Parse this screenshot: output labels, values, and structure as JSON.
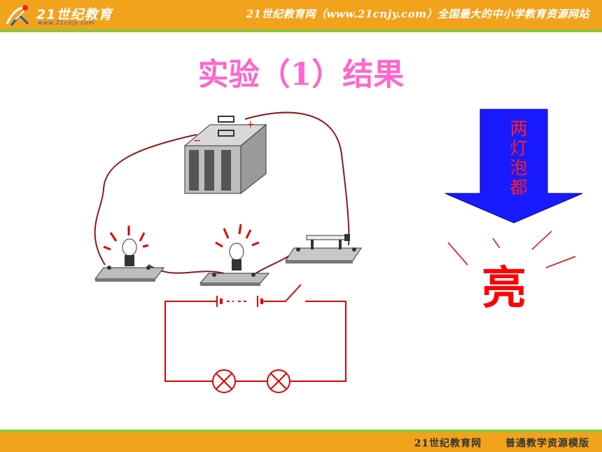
{
  "header": {
    "logo_main": "21世纪教育",
    "logo_url": "www.21cnjy.com",
    "site_text": "21世纪教育网（www.21cnjy.com）全国最大的中小学教育资源网站"
  },
  "title": "实验（1）结果",
  "arrow_text": "两灯泡都",
  "result_text": "亮",
  "footer": {
    "site": "21世纪教育网",
    "template": "普通教学资源模版"
  },
  "colors": {
    "header_bg": "#f3a21c",
    "stripe": "#8cc63f",
    "title": "#ff66cc",
    "arrow_fill": "#1a1aff",
    "circuit": "#e00000",
    "result": "#ff0000"
  },
  "icons": [
    "logo-runner-icon",
    "battery-icon",
    "bulb-icon",
    "switch-icon",
    "lamp-symbol-icon"
  ]
}
